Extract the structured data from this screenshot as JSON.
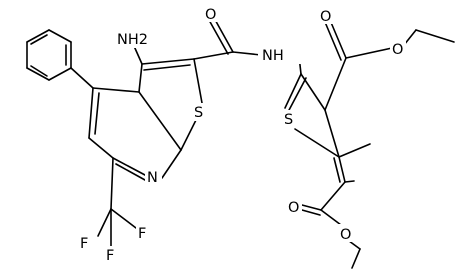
{
  "molecule": {
    "atom_labels": {
      "amino": "NH2",
      "carbonyl_oxygen": "O",
      "amide_nh": "NH",
      "ester1_carbonyl_oxygen": "O",
      "ester1_ether_oxygen": "O",
      "ester2_carbonyl_oxygen": "O",
      "ester2_ether_oxygen": "O",
      "thiophene_sulfur_left": "S",
      "thiophene_sulfur_right": "S",
      "pyridine_nitrogen": "N",
      "fluorine_1": "F",
      "fluorine_2": "F",
      "fluorine_3": "F"
    }
  }
}
